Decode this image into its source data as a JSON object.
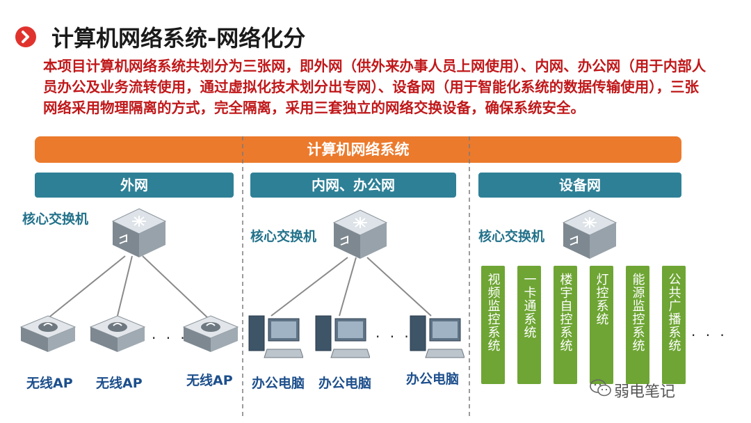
{
  "title": "计算机网络系统-网络化分",
  "description": "本项目计算机网络系统共划分为三张网，即外网（供外来办事人员上网使用）、内网、办公网（用于内部人员办公及业务流转使用，通过虚拟化技术划分出专网）、设备网（用于智能化系统的数据传输使用），三张网络采用物理隔离的方式，完全隔离，采用三套独立的网络交换设备，确保系统安全。",
  "main_bar": "计算机网络系统",
  "sections": {
    "external": {
      "header": "外网",
      "switch_label": "核心交换机",
      "nodes": [
        "无线AP",
        "无线AP",
        "无线AP"
      ],
      "ellipsis": "· · ·"
    },
    "internal": {
      "header": "内网、办公网",
      "switch_label": "核心交换机",
      "nodes": [
        "办公电脑",
        "办公电脑",
        "办公电脑"
      ],
      "ellipsis": "· · ·"
    },
    "device": {
      "header": "设备网",
      "switch_label": "核心交换机",
      "systems": [
        "视频监控系统",
        "一卡通系统",
        "楼宇自控系统",
        "灯控系统",
        "能源监控系统",
        "公共广播系统"
      ],
      "ellipsis": "· · ·"
    }
  },
  "watermark": "弱电笔记",
  "colors": {
    "title_icon": "#e0332e",
    "description": "#c0181a",
    "main_bar": "#ec7a2c",
    "section_header": "#2e8096",
    "system_box": "#6ea534"
  },
  "icons": [
    "chevron-right-icon",
    "network-switch-icon",
    "wireless-ap-icon",
    "desktop-computer-icon",
    "wechat-icon"
  ]
}
